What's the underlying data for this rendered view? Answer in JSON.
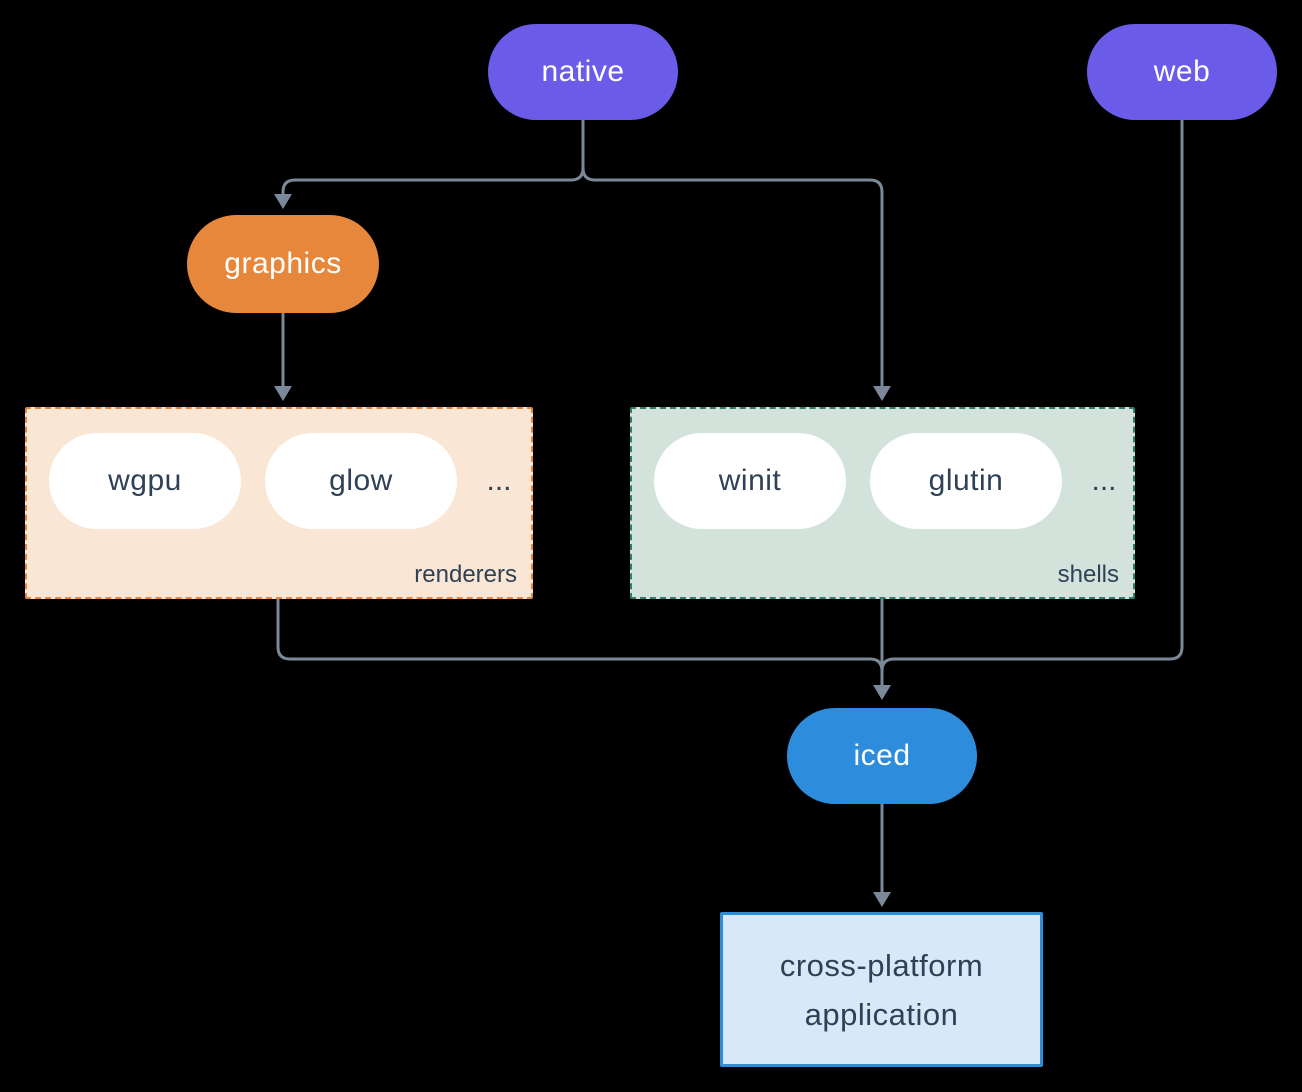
{
  "diagram": {
    "background_color": "#000000",
    "connector_color": "#7a8899",
    "nodes": {
      "native": {
        "label": "native",
        "color": "#6a5be8",
        "text_color": "#ffffff"
      },
      "web": {
        "label": "web",
        "color": "#6a5be8",
        "text_color": "#ffffff"
      },
      "graphics": {
        "label": "graphics",
        "color": "#e6873c",
        "text_color": "#ffffff"
      },
      "iced": {
        "label": "iced",
        "color": "#2d8cdb",
        "text_color": "#ffffff"
      },
      "application": {
        "lines": [
          "cross-platform",
          "application"
        ],
        "fill": "#d7e8f8",
        "border": "#2e8fd8",
        "text_color": "#2f4156"
      }
    },
    "groups": {
      "renderers": {
        "label": "renderers",
        "fill": "#fae6d5",
        "border": "#e6873c",
        "item_fill": "#ffffff",
        "text_color": "#2f4156",
        "items": [
          "wgpu",
          "glow"
        ],
        "ellipsis": "..."
      },
      "shells": {
        "label": "shells",
        "fill": "#d4e2dc",
        "border": "#2e7d6e",
        "item_fill": "#ffffff",
        "text_color": "#2f4156",
        "items": [
          "winit",
          "glutin"
        ],
        "ellipsis": "..."
      }
    },
    "edges": [
      "native -> graphics",
      "native -> shells",
      "graphics -> renderers",
      "renderers -> iced",
      "shells -> iced",
      "web -> iced",
      "iced -> application"
    ]
  }
}
